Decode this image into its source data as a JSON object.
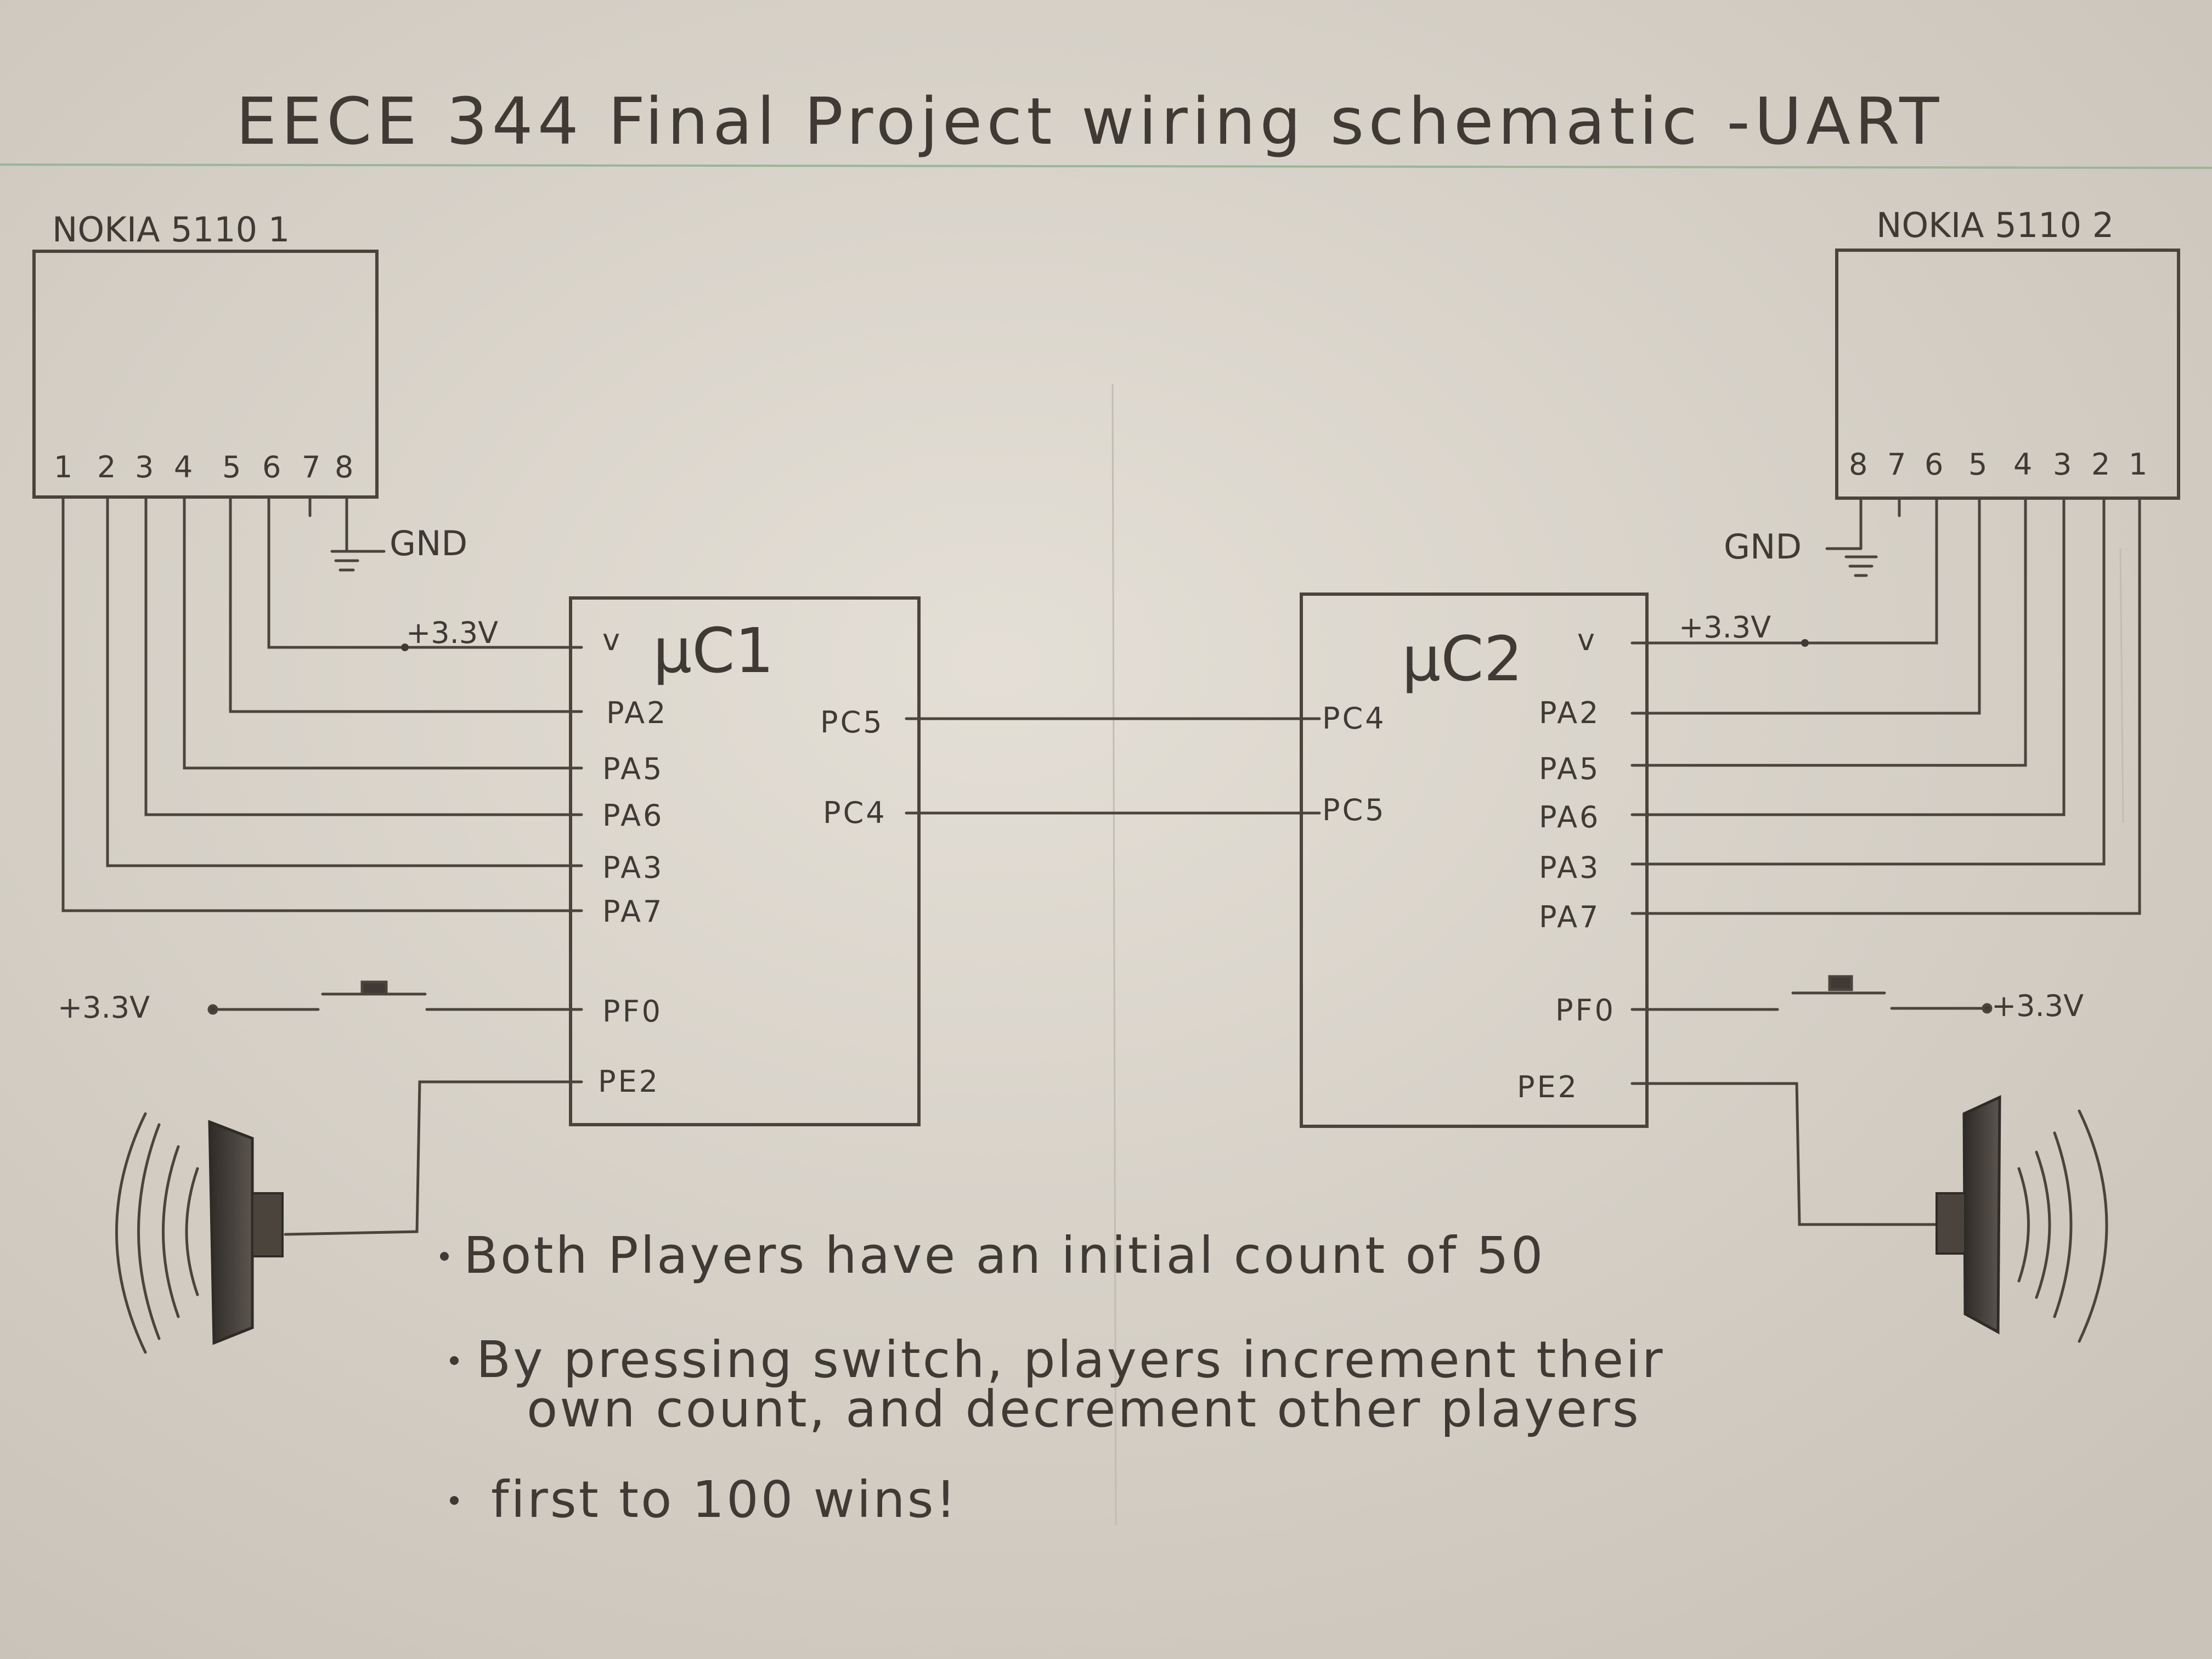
{
  "title": "EECE 344 Final Project wiring schematic -UART",
  "lcd1": {
    "label": "NOKIA 5110 1",
    "pins": [
      "1",
      "2",
      "3",
      "4",
      "5",
      "6",
      "7",
      "8"
    ],
    "gnd": "GND"
  },
  "lcd2": {
    "label": "NOKIA 5110 2",
    "pins": [
      "8",
      "7",
      "6",
      "5",
      "4",
      "3",
      "2",
      "1"
    ],
    "gnd": "GND"
  },
  "mc1": {
    "label": "μC1",
    "v": "v",
    "supply": "+3.3V",
    "left_pins": [
      "PA2",
      "PA5",
      "PA6",
      "PA3",
      "PA7",
      "PF0",
      "PE2"
    ],
    "right_pins": [
      "PC5",
      "PC4"
    ],
    "switch_supply": "+3.3V"
  },
  "mc2": {
    "label": "μC2",
    "v": "v",
    "supply": "+3.3V",
    "left_pins": [
      "PC4",
      "PC5"
    ],
    "right_pins": [
      "PA2",
      "PA5",
      "PA6",
      "PA3",
      "PA7",
      "PF0",
      "PE2"
    ],
    "switch_supply": "+3.3V"
  },
  "notes": [
    "Both Players have an initial count of 50",
    "By pressing switch, players increment their",
    "own count, and decrement other players",
    "first to 100 wins!"
  ],
  "colors": {
    "paper": "#d9d4cb",
    "pencil": "#4a443d",
    "rule_line": "#9bb59a"
  }
}
